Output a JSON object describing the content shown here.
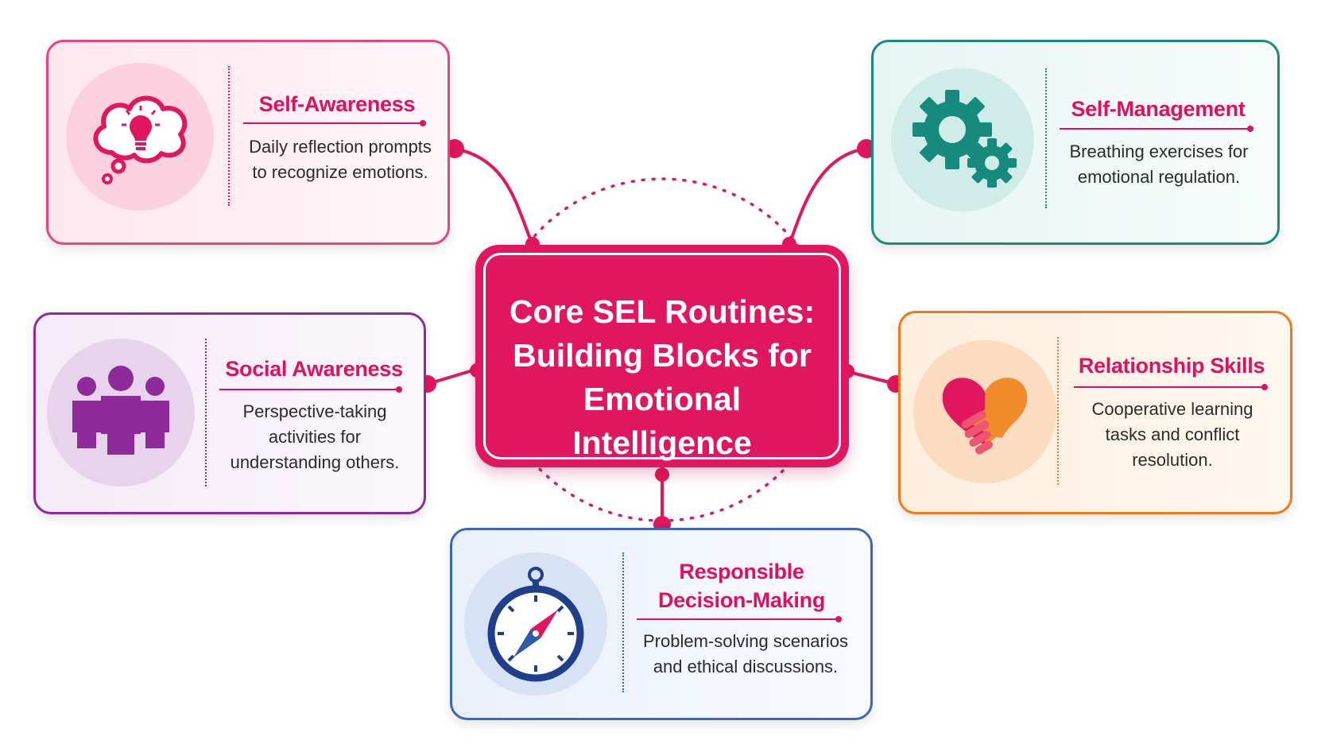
{
  "center": {
    "title": "Core SEL Routines:\nBuilding Blocks for\nEmotional Intelligence"
  },
  "cards": {
    "self_awareness": {
      "title": "Self-Awareness",
      "text": "Daily reflection prompts\nto recognize emotions.",
      "icon": "lightbulb-thought-cloud-icon",
      "accent": "#e0165f"
    },
    "self_management": {
      "title": "Self-Management",
      "text": "Breathing exercises for\nemotional regulation.",
      "icon": "gears-icon",
      "accent": "#1a8a80"
    },
    "social_awareness": {
      "title": "Social Awareness",
      "text": "Perspective-taking\nactivities for\nunderstanding others.",
      "icon": "group-people-icon",
      "accent": "#8e2a9a"
    },
    "relationship_skills": {
      "title": "Relationship Skills",
      "text": "Cooperative learning\ntasks and conflict\nresolution.",
      "icon": "heart-handshake-icon",
      "accent": "#f07a1a"
    },
    "responsible_decision_making": {
      "title": "Responsible\nDecision-Making",
      "text": "Problem-solving scenarios\nand ethical discussions.",
      "icon": "compass-icon",
      "accent": "#2e5aa8"
    }
  },
  "colors": {
    "title_pink": "#e0105f",
    "connector_pink": "#e0165f"
  }
}
